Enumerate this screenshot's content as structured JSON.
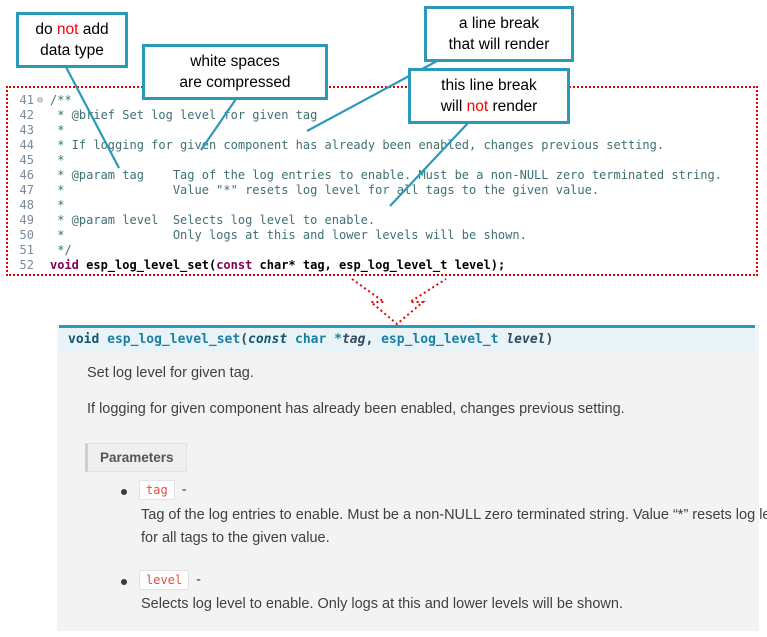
{
  "colors": {
    "accent_teal": "#2B99B9",
    "alert_red": "#FF0000",
    "dotted_border_red": "#E60000",
    "keyword_purple": "#7F0055",
    "comment_teal": "#3F7070",
    "literal_red": "#E74C3C"
  },
  "callouts": {
    "no_datatype": {
      "part1": "do ",
      "part2": "not",
      "part3": " add",
      "line2": "data type"
    },
    "whitespace": {
      "line1": "white spaces",
      "line2": "are  compressed"
    },
    "break_render": {
      "line1": "a line break",
      "line2": "that will render"
    },
    "break_norender": {
      "line1": "this line break",
      "part1": "will ",
      "part2": "not",
      "part3": " render"
    }
  },
  "code": {
    "fold_icon": "⊖",
    "lines": [
      {
        "num": "41",
        "text": "/**"
      },
      {
        "num": "42",
        "text": " * @brief Set log level for given tag"
      },
      {
        "num": "43",
        "text": " *"
      },
      {
        "num": "44",
        "text": " * If logging for given component has already been enabled, changes previous setting."
      },
      {
        "num": "45",
        "text": " *"
      },
      {
        "num": "46",
        "text": " * @param tag    Tag of the log entries to enable. Must be a non-NULL zero terminated string."
      },
      {
        "num": "47",
        "text": " *               Value \"*\" resets log level for all tags to the given value."
      },
      {
        "num": "48",
        "text": " *"
      },
      {
        "num": "49",
        "text": " * @param level  Selects log level to enable."
      },
      {
        "num": "50",
        "text": " *               Only logs at this and lower levels will be shown."
      },
      {
        "num": "51",
        "text": " */"
      }
    ],
    "decl": {
      "num": "52",
      "parts": [
        {
          "t": "void"
        },
        {
          "t": " esp_log_level_set("
        },
        {
          "t": "const"
        },
        {
          "t": " char* tag, esp_log_level_t level);"
        }
      ]
    }
  },
  "docs": {
    "signature": {
      "kw": "void ",
      "name": "esp_log_level_set",
      "open": "(",
      "const_kw": "const",
      "type1": " char *",
      "param1": "tag",
      "comma": ", ",
      "type2": "esp_log_level_t ",
      "param2": "level",
      "close": ")"
    },
    "brief": "Set log level for given tag.",
    "description": "If logging for given component has already been enabled, changes previous setting.",
    "parameters_label": "Parameters",
    "dash": "-",
    "params": [
      {
        "name": "tag",
        "desc": "Tag of the log entries to enable. Must be a non-NULL zero terminated string. Value “*” resets log level for all tags to the given value."
      },
      {
        "name": "level",
        "desc": "Selects log level to enable. Only logs at this and lower levels will be shown."
      }
    ]
  }
}
